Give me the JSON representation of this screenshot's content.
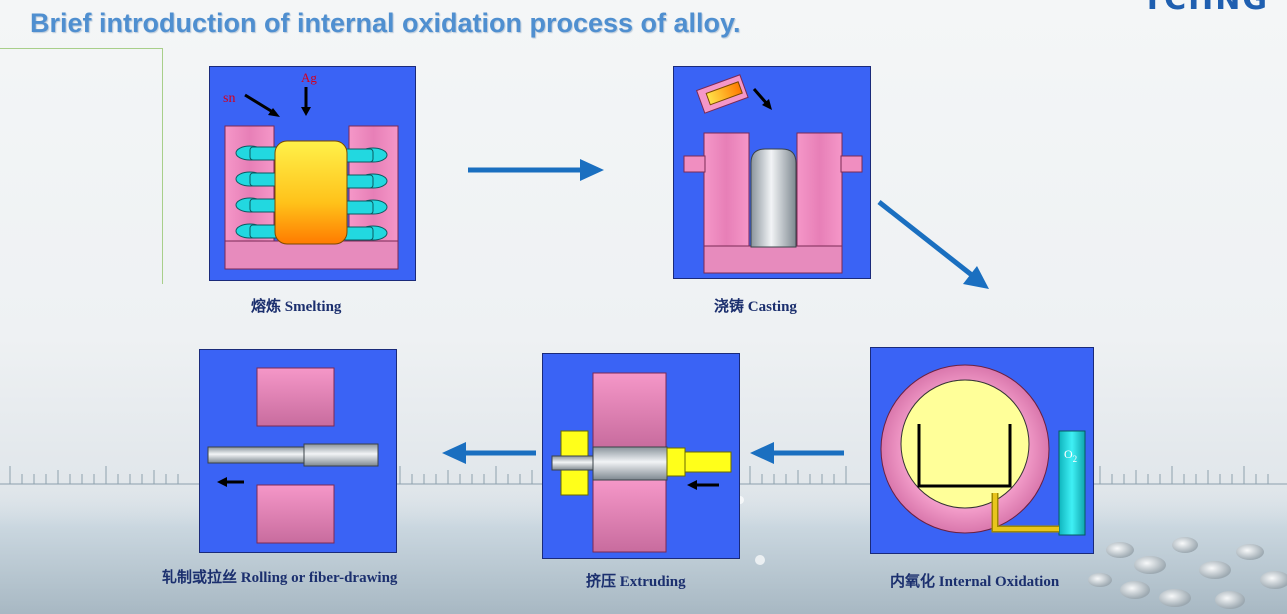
{
  "header": {
    "title": "Brief introduction of internal oxidation process of alloy."
  },
  "steps": {
    "smelting": {
      "label": "熔炼  Smelting",
      "element_sn": "sn",
      "element_ag": "Ag"
    },
    "casting": {
      "label": "浇铸  Casting"
    },
    "internal_oxidation": {
      "label": "内氧化 Internal Oxidation",
      "oxygen": "O",
      "oxygen_sub": "2"
    },
    "extruding": {
      "label": "挤压 Extruding"
    },
    "rolling": {
      "label": "轧制或拉丝  Rolling or fiber-drawing"
    }
  },
  "colors": {
    "panel_blue": "#3a63f5",
    "mold_pink": "#f08ec0",
    "coil_cyan": "#22d8e0",
    "flow_arrow": "#1a6fc0",
    "label_text": "#1b2f6e",
    "title_blue": "#4f8fd0"
  },
  "icons": [
    "flow-arrow-icon",
    "push-arrow-icon"
  ]
}
